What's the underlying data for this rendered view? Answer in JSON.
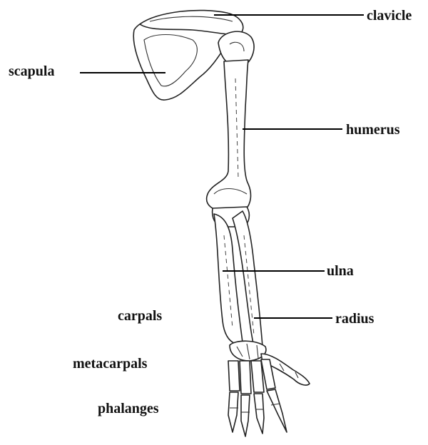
{
  "labels": {
    "clavicle": "clavicle",
    "scapula": "scapula",
    "humerus": "humerus",
    "ulna": "ulna",
    "carpals": "carpals",
    "radius": "radius",
    "metacarpals": "metacarpals",
    "phalanges": "phalanges"
  }
}
